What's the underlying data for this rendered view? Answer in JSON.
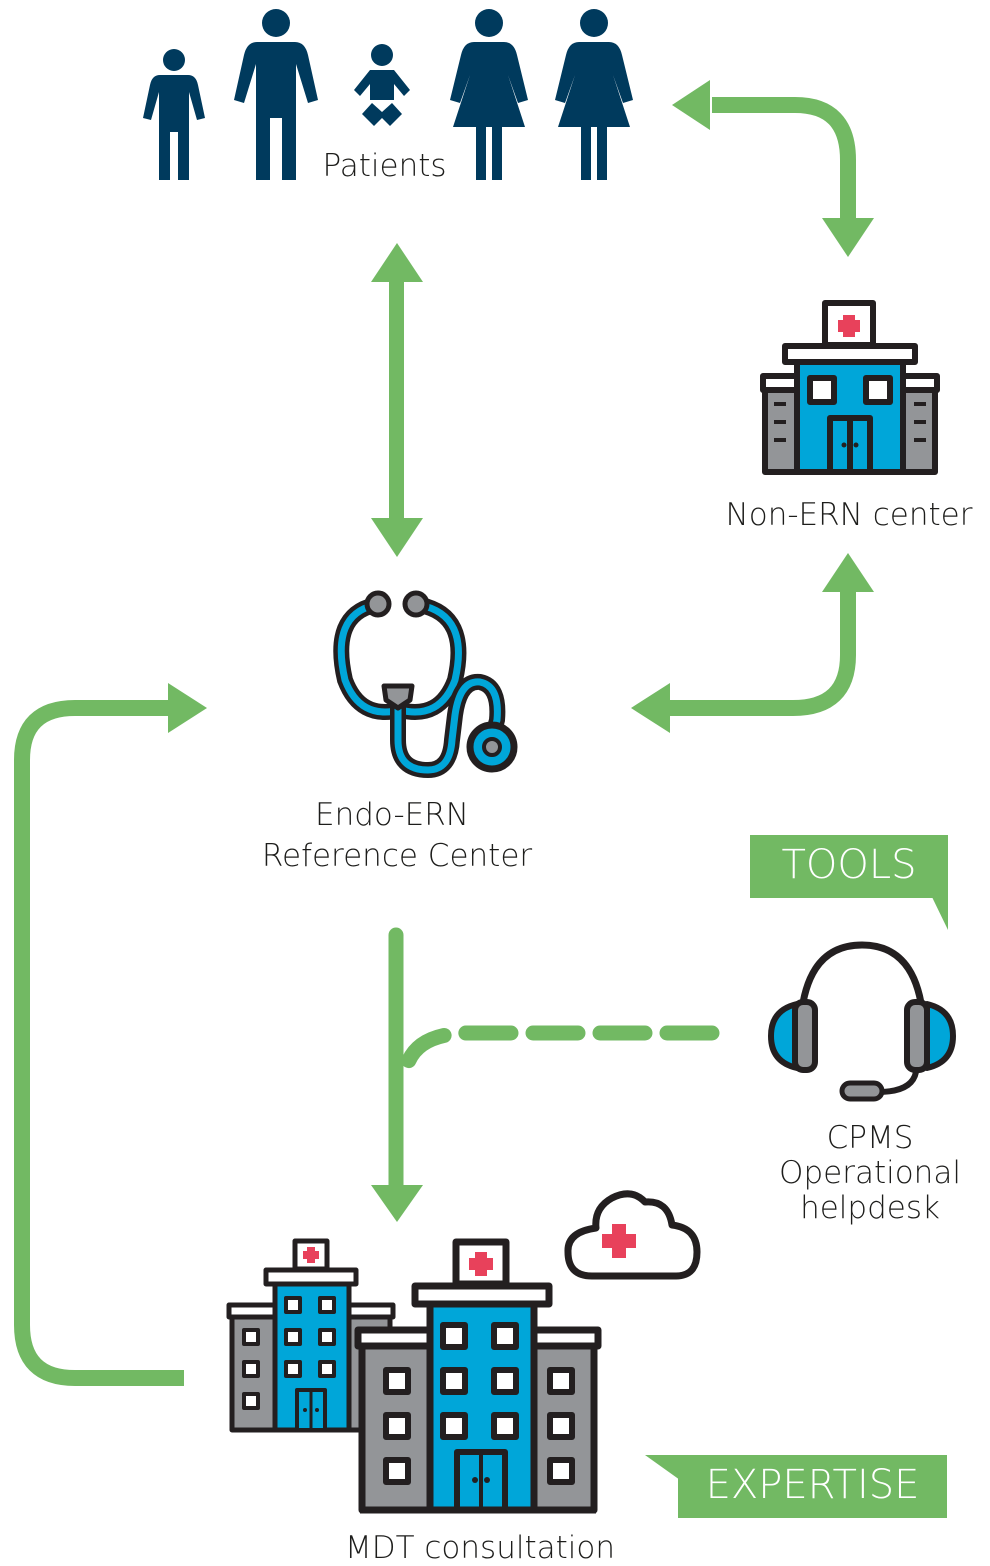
{
  "nodes": {
    "patients": "Patients",
    "non_ern_center": "Non-ERN center",
    "reference_center_line1": "Endo-ERN",
    "reference_center_line2": "Reference Center",
    "helpdesk_line1": "CPMS",
    "helpdesk_line2": "Operational",
    "helpdesk_line3": "helpdesk",
    "mdt": "MDT consultation"
  },
  "tags": {
    "tools": "TOOLS",
    "expertise": "EXPERTISE"
  },
  "colors": {
    "arrow_green": "#72b963",
    "navy": "#003a5d",
    "blue": "#00a6d9",
    "gray": "#939598",
    "outline": "#231f20",
    "cross_red": "#e8415b"
  }
}
